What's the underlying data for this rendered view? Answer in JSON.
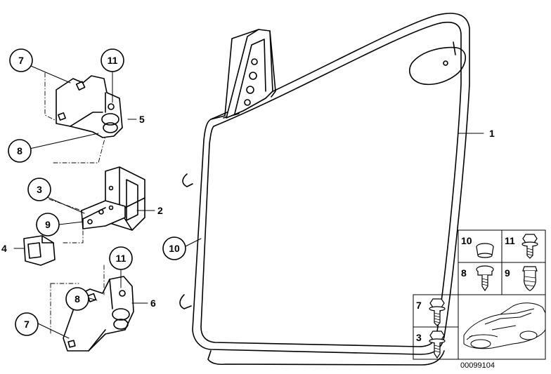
{
  "diagram": {
    "callouts": {
      "c7_top": "7",
      "c11_top": "11",
      "c8_top": "8",
      "c3": "3",
      "c9": "9",
      "c10": "10",
      "c8_bottom": "8",
      "c11_bottom": "11",
      "c7_bottom": "7"
    },
    "labels": {
      "l1": "1",
      "l5": "5",
      "l2": "2",
      "l4": "4",
      "l6": "6"
    },
    "legend": {
      "cells": [
        "10",
        "11",
        "8",
        "9",
        "7",
        "3"
      ]
    },
    "reference_number": "00099104"
  }
}
